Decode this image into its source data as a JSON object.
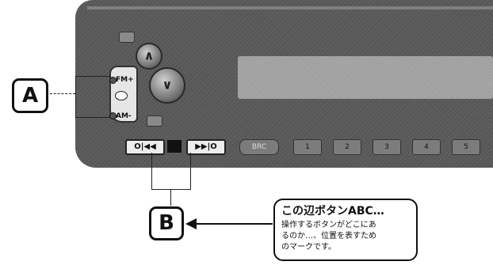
{
  "labels": {
    "marker_a": "A",
    "marker_b": "B"
  },
  "panel": {
    "fm_label": "FM+",
    "am_label": "AM-",
    "seek_prev_label": "O|◀◀",
    "seek_next_label": "▶▶|O",
    "brc_label": "BRC",
    "presets": [
      "1",
      "2",
      "3",
      "4",
      "5"
    ]
  },
  "callout": {
    "title": "この辺ボタンABC…",
    "body_line1": "操作するボタンがどこにあ",
    "body_line2": "るのか…、位置を表すため",
    "body_line3": "のマークです。"
  }
}
